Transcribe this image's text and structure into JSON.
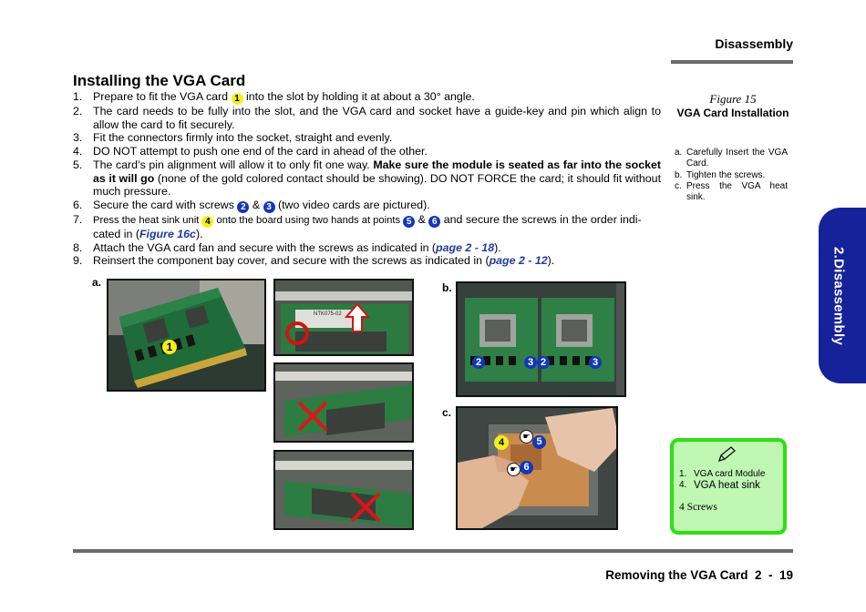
{
  "header": {
    "title": "Disassembly"
  },
  "section": {
    "title": "Installing the VGA Card"
  },
  "steps": {
    "s1": {
      "num": "1.",
      "a": "Prepare to fit the VGA card ",
      "b1": "1",
      "b": " into the slot by holding it at about a 30° angle."
    },
    "s2": {
      "num": "2.",
      "text": "The card needs to be fully into the slot, and the VGA card and socket have a guide-key and pin which align to allow the card to fit securely."
    },
    "s3": {
      "num": "3.",
      "text": "Fit the connectors firmly into the socket, straight and evenly."
    },
    "s4": {
      "num": "4.",
      "text": "DO NOT attempt to push one end of the card in ahead of the other."
    },
    "s5": {
      "num": "5.",
      "a": "The card’s pin alignment will allow it to only fit one way. ",
      "bold": "Make sure the module is seated as far into the socket as it will go",
      "b": " (none of the gold colored contact should be showing). DO NOT FORCE the card; it should fit without much pressure."
    },
    "s6": {
      "num": "6.",
      "a": "Secure the card with screws ",
      "b1": "2",
      "mid": " & ",
      "b2": "3",
      "b": " (two video cards are pictured)."
    },
    "s7": {
      "num": "7.",
      "a": "Press the heat sink unit ",
      "b1": "4",
      "b": " onto the board using two hands at points ",
      "b2": "5",
      "mid": " & ",
      "b3": "6",
      "c": " and secure the screws in the order indi-cated in (",
      "link": "Figure 16c",
      "d": ")."
    },
    "s8": {
      "num": "8.",
      "a": "Attach the VGA card fan and secure with the screws as indicated in (",
      "link": "page 2 - 18",
      "b": ")."
    },
    "s9": {
      "num": "9.",
      "a": "Reinsert the component bay cover, and secure with the screws as indicated in (",
      "link": "page 2 - 12",
      "b": ")."
    }
  },
  "figure": {
    "number": "Figure 15",
    "title": "VGA Card Installation",
    "notes": [
      {
        "letter": "a.",
        "text": "Carefully Insert the VGA Card."
      },
      {
        "letter": "b.",
        "text": "Tighten the screws."
      },
      {
        "letter": "c.",
        "text": "Press the VGA heat sink."
      }
    ]
  },
  "side_tab": {
    "label": "2.Disassembly"
  },
  "photos": {
    "a_label": "a.",
    "b_label": "b.",
    "c_label": "c.",
    "a_marker": "1",
    "b_markers": [
      "2",
      "3",
      "2",
      "3"
    ],
    "c_markers": {
      "heatsink": "4",
      "p5": "5",
      "p6": "6"
    },
    "board_text": "NTK075-02"
  },
  "legend": {
    "items": [
      {
        "num": "1.",
        "text": "VGA card Module"
      },
      {
        "num": "4.",
        "text": "VGA heat sink"
      }
    ],
    "footer": "4 Screws"
  },
  "footer": {
    "text": "Removing the VGA Card  2  -  19"
  },
  "colors": {
    "accent_blue": "#15229a",
    "badge_yellow": "#f4ee1b",
    "badge_blue": "#1238b8",
    "link": "#1f3c9b",
    "legend_border": "#2ee012",
    "legend_fill": "#bff7b3"
  }
}
